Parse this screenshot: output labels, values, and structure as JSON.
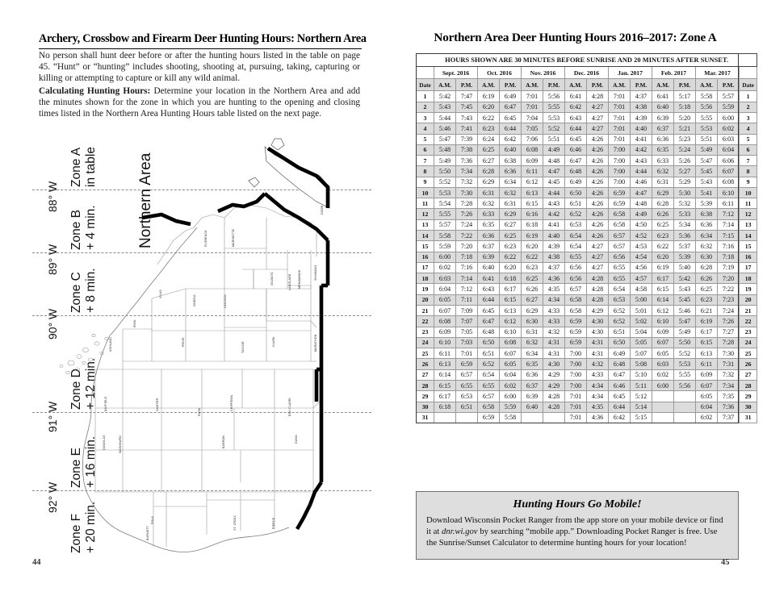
{
  "left_page": {
    "heading": "Archery, Crossbow and Firearm Deer Hunting Hours: Northern Area",
    "para1": "No person shall hunt deer before or after the hunting hours listed in the table on page 45. “Hunt” or “hunting” includes shooting, shooting at, pursuing, taking, capturing or killing or attempting to capture or kill any wild animal.",
    "para2_lead": "Calculating Hunting Hours:",
    "para2_rest": " Determine your location in the Northern Area and add the minutes shown for the zone in which you are hunting to the opening and closing times listed in the Northern Area Hunting Hours table listed on the next page.",
    "map_title": "Northern Area",
    "folio": "44",
    "zones": [
      {
        "name": "Zone A",
        "offset": "in table"
      },
      {
        "name": "Zone B",
        "offset": "+ 4 min."
      },
      {
        "name": "Zone C",
        "offset": "+ 8 min."
      },
      {
        "name": "Zone D",
        "offset": "+ 12 min."
      },
      {
        "name": "Zone E",
        "offset": "+ 16 min."
      },
      {
        "name": "Zone F",
        "offset": "+ 20 min."
      }
    ],
    "longitudes": [
      "88° W",
      "89° W",
      "90° W",
      "91° W",
      "92° W"
    ],
    "counties": [
      "DOOR",
      "FLORENCE",
      "MARINETTE",
      "OCONTO",
      "LANGLADE",
      "MENOMINEE",
      "SHAWANO",
      "MARATHON",
      "VILAS",
      "ONEIDA",
      "LINCOLN",
      "IRON",
      "ASHLAND",
      "PRICE",
      "TAYLOR",
      "CLARK",
      "BAYFIELD",
      "SAWYER",
      "RUSK",
      "CHIPPEWA",
      "EAU CLAIRE",
      "DUNN",
      "DOUGLAS",
      "WASHBURN",
      "BARRON",
      "POLK",
      "BURNETT",
      "ST. CROIX",
      "PIERCE"
    ]
  },
  "right_page": {
    "heading": "Northern Area Deer Hunting Hours 2016–2017: Zone A",
    "folio": "45",
    "mobile_box": {
      "title": "Hunting Hours Go Mobile!",
      "line1": "Download Wisconsin Pocket Ranger from the app store on your mobile device or find",
      "line2_a": "it at ",
      "line2_em": "dnr.wi.gov",
      "line2_b": " by searching “mobile app.” Downloading Pocket Ranger is free. Use",
      "line3": "the Sunrise/Sunset Calculator to determine hunting hours for your location!"
    },
    "table": {
      "banner": "HOURS SHOWN ARE 30 MINUTES BEFORE SUNRISE AND 20 MINUTES AFTER SUNSET.",
      "date_label": "Date",
      "am_label": "A.M.",
      "pm_label": "P.M.",
      "months": [
        "Sept. 2016",
        "Oct. 2016",
        "Nov. 2016",
        "Dec. 2016",
        "Jan. 2017",
        "Feb. 2017",
        "Mar. 2017"
      ],
      "rows": [
        {
          "date": "1",
          "v": [
            "5:42",
            "7:47",
            "6:19",
            "6:49",
            "7:01",
            "5:56",
            "6:41",
            "4:28",
            "7:01",
            "4:37",
            "6:41",
            "5:17",
            "5:58",
            "5:57"
          ]
        },
        {
          "date": "2",
          "v": [
            "5:43",
            "7:45",
            "6:20",
            "6:47",
            "7:01",
            "5:55",
            "6:42",
            "4:27",
            "7:01",
            "4:38",
            "6:40",
            "5:18",
            "5:56",
            "5:59"
          ]
        },
        {
          "date": "3",
          "v": [
            "5:44",
            "7:43",
            "6:22",
            "6:45",
            "7:04",
            "5:53",
            "6:43",
            "4:27",
            "7:01",
            "4:39",
            "6:39",
            "5:20",
            "5:55",
            "6:00"
          ]
        },
        {
          "date": "4",
          "v": [
            "5:46",
            "7:41",
            "6:23",
            "6:44",
            "7:05",
            "5:52",
            "6:44",
            "4:27",
            "7:01",
            "4:40",
            "6:37",
            "5:21",
            "5:53",
            "6:02"
          ]
        },
        {
          "date": "5",
          "v": [
            "5:47",
            "7:39",
            "6:24",
            "6:42",
            "7:06",
            "5:51",
            "6:45",
            "4:26",
            "7:01",
            "4:41",
            "6:36",
            "5:23",
            "5:51",
            "6:03"
          ]
        },
        {
          "date": "6",
          "v": [
            "5:48",
            "7:38",
            "6:25",
            "6:40",
            "6:08",
            "4:49",
            "6:46",
            "4:26",
            "7:00",
            "4:42",
            "6:35",
            "5:24",
            "5:49",
            "6:04"
          ]
        },
        {
          "date": "7",
          "v": [
            "5:49",
            "7:36",
            "6:27",
            "6:38",
            "6:09",
            "4:48",
            "6:47",
            "4:26",
            "7:00",
            "4:43",
            "6:33",
            "5:26",
            "5:47",
            "6:06"
          ]
        },
        {
          "date": "8",
          "v": [
            "5:50",
            "7:34",
            "6:28",
            "6:36",
            "6:11",
            "4:47",
            "6:48",
            "4:26",
            "7:00",
            "4:44",
            "6:32",
            "5:27",
            "5:45",
            "6:07"
          ]
        },
        {
          "date": "9",
          "v": [
            "5:52",
            "7:32",
            "6:29",
            "6:34",
            "6:12",
            "4:45",
            "6:49",
            "4:26",
            "7:00",
            "4:46",
            "6:31",
            "5:29",
            "5:43",
            "6:08"
          ]
        },
        {
          "date": "10",
          "v": [
            "5:53",
            "7:30",
            "6:31",
            "6:32",
            "6:13",
            "4:44",
            "6:50",
            "4:26",
            "6:59",
            "4:47",
            "6:29",
            "5:30",
            "5:41",
            "6:10"
          ]
        },
        {
          "date": "11",
          "v": [
            "5:54",
            "7:28",
            "6:32",
            "6:31",
            "6:15",
            "4:43",
            "6:51",
            "4:26",
            "6:59",
            "4:48",
            "6:28",
            "5:32",
            "5:39",
            "6:11"
          ]
        },
        {
          "date": "12",
          "v": [
            "5:55",
            "7:26",
            "6:33",
            "6:29",
            "6:16",
            "4:42",
            "6:52",
            "4:26",
            "6:58",
            "4:49",
            "6:26",
            "5:33",
            "6:38",
            "7:12"
          ]
        },
        {
          "date": "13",
          "v": [
            "5:57",
            "7:24",
            "6:35",
            "6:27",
            "6:18",
            "4:41",
            "6:53",
            "4:26",
            "6:58",
            "4:50",
            "6:25",
            "5:34",
            "6:36",
            "7:14"
          ]
        },
        {
          "date": "14",
          "v": [
            "5:58",
            "7:22",
            "6:36",
            "6:25",
            "6:19",
            "4:40",
            "6:54",
            "4:26",
            "6:57",
            "4:52",
            "6:23",
            "5:36",
            "6:34",
            "7:15"
          ]
        },
        {
          "date": "15",
          "v": [
            "5:59",
            "7:20",
            "6:37",
            "6:23",
            "6:20",
            "4:39",
            "6:54",
            "4:27",
            "6:57",
            "4:53",
            "6:22",
            "5:37",
            "6:32",
            "7:16"
          ]
        },
        {
          "date": "16",
          "v": [
            "6:00",
            "7:18",
            "6:39",
            "6:22",
            "6:22",
            "4:38",
            "6:55",
            "4:27",
            "6:56",
            "4:54",
            "6:20",
            "5:39",
            "6:30",
            "7:18"
          ]
        },
        {
          "date": "17",
          "v": [
            "6:02",
            "7:16",
            "6:40",
            "6:20",
            "6:23",
            "4:37",
            "6:56",
            "4:27",
            "6:55",
            "4:56",
            "6:19",
            "5:40",
            "6:28",
            "7:19"
          ]
        },
        {
          "date": "18",
          "v": [
            "6:03",
            "7:14",
            "6:41",
            "6:18",
            "6:25",
            "4:36",
            "6:56",
            "4:28",
            "6:55",
            "4:57",
            "6:17",
            "5:42",
            "6:26",
            "7:20"
          ]
        },
        {
          "date": "19",
          "v": [
            "6:04",
            "7:12",
            "6:43",
            "6:17",
            "6:26",
            "4:35",
            "6:57",
            "4:28",
            "6:54",
            "4:58",
            "6:15",
            "5:43",
            "6:25",
            "7:22"
          ]
        },
        {
          "date": "20",
          "v": [
            "6:05",
            "7:11",
            "6:44",
            "6:15",
            "6:27",
            "4:34",
            "6:58",
            "4:28",
            "6:53",
            "5:00",
            "6:14",
            "5:45",
            "6:23",
            "7:23"
          ]
        },
        {
          "date": "21",
          "v": [
            "6:07",
            "7:09",
            "6:45",
            "6:13",
            "6:29",
            "4:33",
            "6:58",
            "4:29",
            "6:52",
            "5:01",
            "6:12",
            "5:46",
            "6:21",
            "7:24"
          ]
        },
        {
          "date": "22",
          "v": [
            "6:08",
            "7:07",
            "6:47",
            "6:12",
            "6:30",
            "4:33",
            "6:59",
            "4:30",
            "6:52",
            "5:02",
            "6:10",
            "5:47",
            "6:19",
            "7:26"
          ]
        },
        {
          "date": "23",
          "v": [
            "6:09",
            "7:05",
            "6:48",
            "6:10",
            "6:31",
            "4:32",
            "6:59",
            "4:30",
            "6:51",
            "5:04",
            "6:09",
            "5:49",
            "6:17",
            "7:27"
          ]
        },
        {
          "date": "24",
          "v": [
            "6:10",
            "7:03",
            "6:50",
            "6:08",
            "6:32",
            "4:31",
            "6:59",
            "4:31",
            "6:50",
            "5:05",
            "6:07",
            "5:50",
            "6:15",
            "7:28"
          ]
        },
        {
          "date": "25",
          "v": [
            "6:11",
            "7:01",
            "6:51",
            "6:07",
            "6:34",
            "4:31",
            "7:00",
            "4:31",
            "6:49",
            "5:07",
            "6:05",
            "5:52",
            "6:13",
            "7:30"
          ]
        },
        {
          "date": "26",
          "v": [
            "6:13",
            "6:59",
            "6:52",
            "6:05",
            "6:35",
            "4:30",
            "7:00",
            "4:32",
            "6:48",
            "5:08",
            "6:03",
            "5:53",
            "6:11",
            "7:31"
          ]
        },
        {
          "date": "27",
          "v": [
            "6:14",
            "6:57",
            "6:54",
            "6:04",
            "6:36",
            "4:29",
            "7:00",
            "4:33",
            "6:47",
            "5:10",
            "6:02",
            "5:55",
            "6:09",
            "7:32"
          ]
        },
        {
          "date": "28",
          "v": [
            "6:15",
            "6:55",
            "6:55",
            "6:02",
            "6:37",
            "4:29",
            "7:00",
            "4:34",
            "6:46",
            "5:11",
            "6:00",
            "5:56",
            "6:07",
            "7:34"
          ]
        },
        {
          "date": "29",
          "v": [
            "6:17",
            "6:53",
            "6:57",
            "6:00",
            "6:39",
            "4:28",
            "7:01",
            "4:34",
            "6:45",
            "5:12",
            "",
            "",
            "6:05",
            "7:35"
          ]
        },
        {
          "date": "30",
          "v": [
            "6:18",
            "6:51",
            "6:58",
            "5:59",
            "6:40",
            "4:28",
            "7:01",
            "4:35",
            "6:44",
            "5:14",
            "",
            "",
            "6:04",
            "7:36"
          ]
        },
        {
          "date": "31",
          "v": [
            "",
            "",
            "6:59",
            "5:58",
            "",
            "",
            "7:01",
            "4:36",
            "6:42",
            "5:15",
            "",
            "",
            "6:02",
            "7:37"
          ]
        }
      ]
    }
  }
}
